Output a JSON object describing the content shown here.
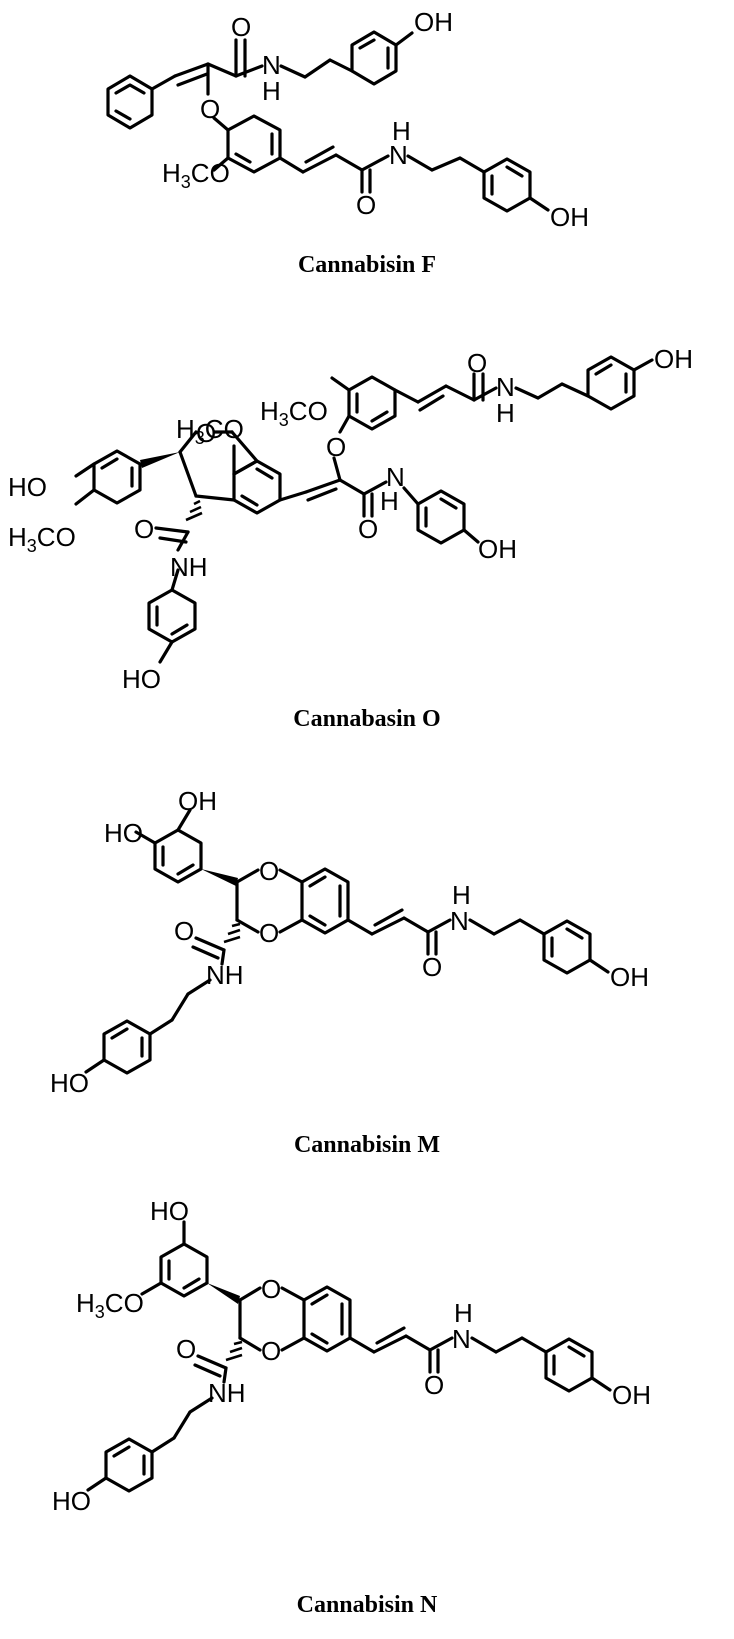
{
  "compounds": [
    {
      "name": "Cannabisin F",
      "atoms": {
        "oh_top": "OH",
        "o_carbonyl_1": "O",
        "nh_1": "N",
        "h_1": "H",
        "o_ether": "O",
        "methoxy": "H3CO",
        "nh_2": "N",
        "h_2": "H",
        "o_carbonyl_2": "O",
        "oh_bottom": "OH"
      }
    },
    {
      "name": "Cannabasin O",
      "atoms": {
        "oh_top": "OH",
        "o_carbonyl_1": "O",
        "nh_1": "N",
        "h_1": "H",
        "methoxy_1": "H3CO",
        "o_ether": "O",
        "methoxy_2": "H3CO",
        "o_ring": "O",
        "ho_left": "HO",
        "methoxy_3": "H3CO",
        "h_2": "H",
        "nh_2": "N",
        "o_carbonyl_2": "O",
        "oh_right": "OH",
        "o_carbonyl_3": "O",
        "nh_3": "NH",
        "ho_bottom": "HO"
      }
    },
    {
      "name": "Cannabisin M",
      "atoms": {
        "oh_1": "OH",
        "ho_2": "HO",
        "o_ring_1": "O",
        "o_ring_2": "O",
        "o_carbonyl_1": "O",
        "nh_1": "NH",
        "h_2": "H",
        "nh_2": "N",
        "o_carbonyl_2": "O",
        "oh_right": "OH",
        "ho_bottom": "HO"
      }
    },
    {
      "name": "Cannabisin N",
      "atoms": {
        "ho_top": "HO",
        "methoxy": "H3CO",
        "o_ring_1": "O",
        "o_ring_2": "O",
        "o_carbonyl_1": "O",
        "nh_1": "NH",
        "h_2": "H",
        "nh_2": "N",
        "o_carbonyl_2": "O",
        "oh_right": "OH",
        "ho_bottom": "HO"
      }
    }
  ]
}
